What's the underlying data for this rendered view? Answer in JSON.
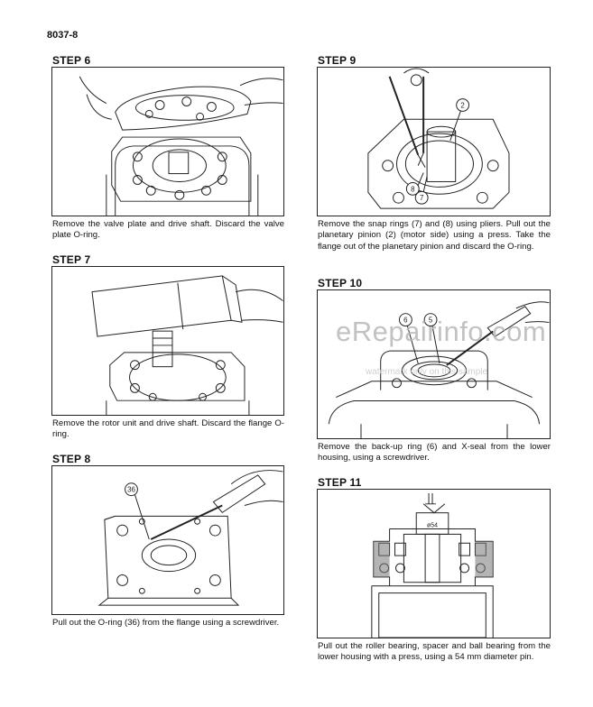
{
  "page": {
    "number": "8037-8"
  },
  "steps": {
    "step6": {
      "title": "STEP 6",
      "caption": "Remove the valve plate and drive shaft. Discard the valve plate O-ring."
    },
    "step7": {
      "title": "STEP 7",
      "caption": "Remove the rotor unit and drive shaft. Discard the flange O-ring."
    },
    "step8": {
      "title": "STEP 8",
      "callout": "36",
      "caption": "Pull out the O-ring (36) from the flange using a screwdriver."
    },
    "step9": {
      "title": "STEP 9",
      "callouts": [
        "2",
        "8",
        "7"
      ],
      "caption": "Remove the snap rings (7) and (8) using pliers. Pull out the planetary pinion (2) (motor side) using a press. Take the flange out of the planetary pinion and discard the O-ring."
    },
    "step10": {
      "title": "STEP 10",
      "callouts": [
        "6",
        "5"
      ],
      "caption": "Remove the back-up ring (6) and X-seal from the lower housing, using a screwdriver."
    },
    "step11": {
      "title": "STEP 11",
      "dimension": "ø54",
      "caption": "Pull out the roller bearing, spacer and ball bearing from the lower housing with a press, using a 54 mm diameter pin."
    }
  },
  "watermark": {
    "main": "eRepairinfo.com",
    "sub": "watermark only on this sample"
  }
}
